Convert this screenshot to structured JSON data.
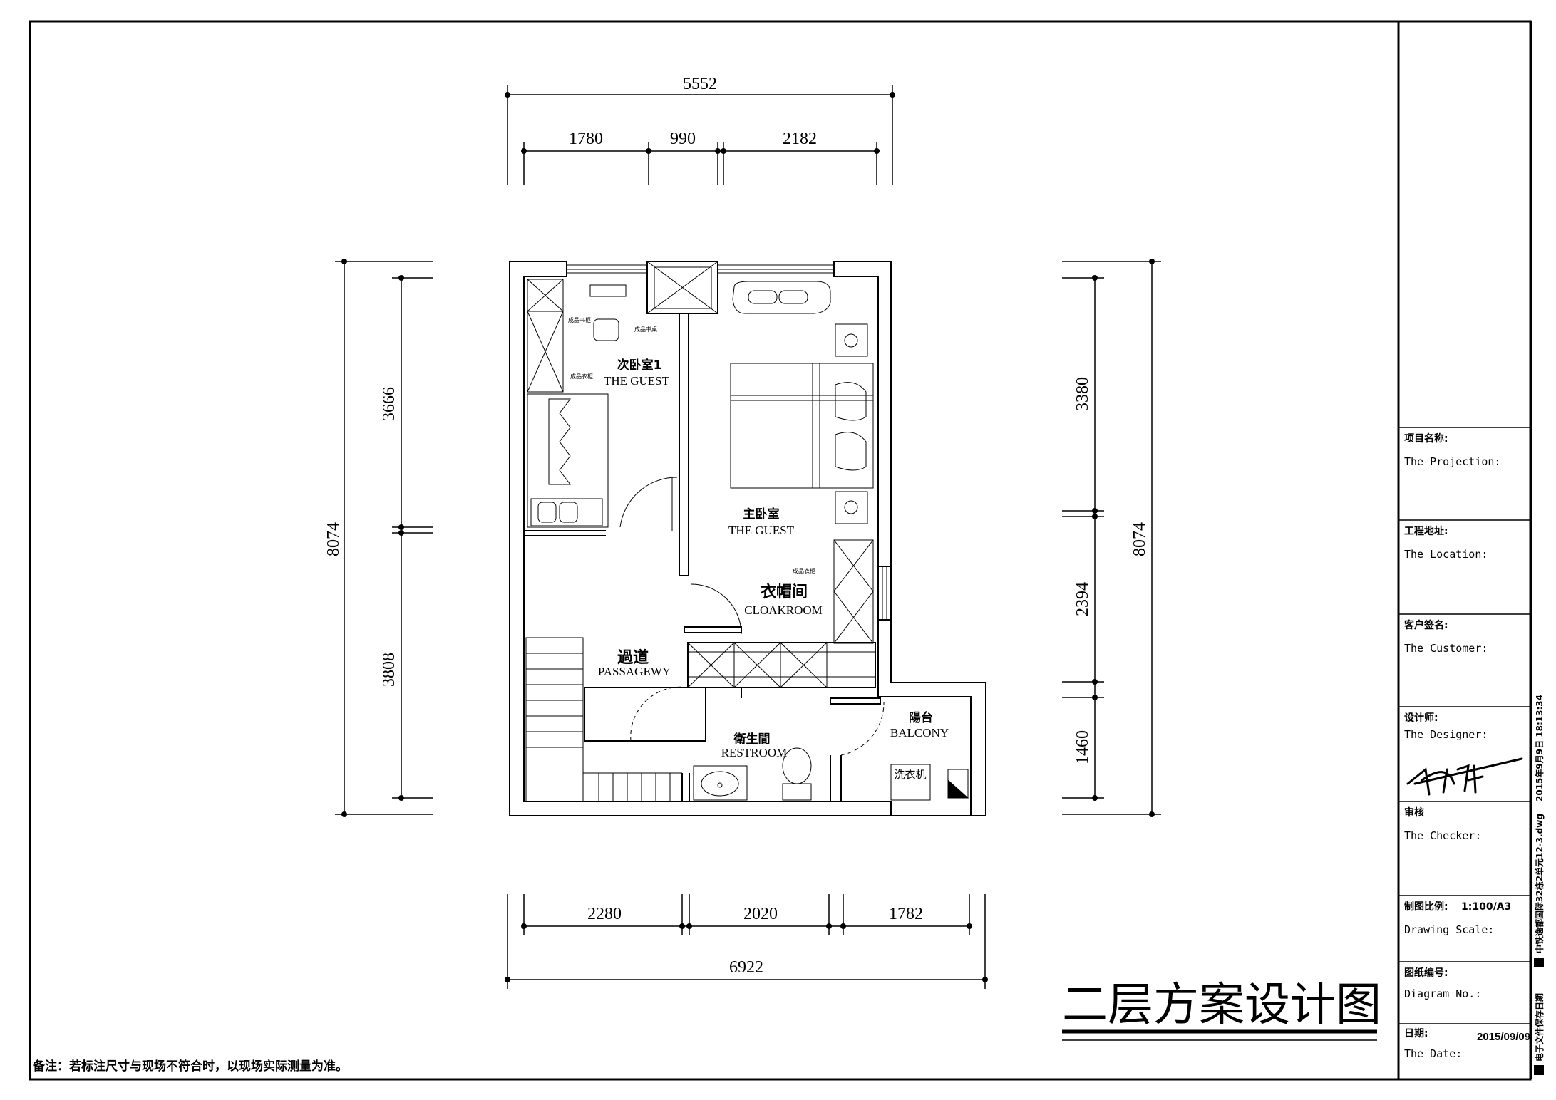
{
  "dimensions": {
    "top_total": "5552",
    "top_segments": [
      "1780",
      "990",
      "2182"
    ],
    "bottom_total": "6922",
    "bottom_segments": [
      "2280",
      "2020",
      "1782"
    ],
    "left_total": "8074",
    "left_segments": [
      "3666",
      "3808"
    ],
    "right_total": "8074",
    "right_segments": [
      "3380",
      "2394",
      "1460"
    ]
  },
  "rooms": {
    "guest": {
      "cn": "次卧室1",
      "en": "THE GUEST"
    },
    "master": {
      "cn": "主卧室",
      "en": "THE GUEST"
    },
    "cloak": {
      "cn": "衣帽间",
      "en": "CLOAKROOM"
    },
    "passage": {
      "cn": "過道",
      "en": "PASSAGEWY"
    },
    "rest": {
      "cn": "衛生間",
      "en": "RESTROOM"
    },
    "balcony": {
      "cn": "陽台",
      "en": "BALCONY"
    }
  },
  "fixtures": {
    "desk": "成品书柜",
    "bookcase": "成品书桌",
    "wardrobe": "成品衣柜",
    "cloak_wardrobe": "成品衣柜",
    "washer": "洗衣机"
  },
  "title_block": {
    "projection_cn": "项目名称:",
    "projection_en": "The Projection:",
    "location_cn": "工程地址:",
    "location_en": "The Location:",
    "customer_cn": "客户签名:",
    "customer_en": "The Customer:",
    "designer_cn": "设计师:",
    "designer_en": "The Designer:",
    "checker_cn": "审核",
    "checker_en": "The Checker:",
    "scale_cn": "制图比例:",
    "scale_value": "1:100/A3",
    "scale_en": "Drawing Scale:",
    "diagram_cn": "图纸编号:",
    "diagram_en": "Diagram No.:",
    "date_cn": "日期:",
    "date_value": "2015/09/09",
    "date_en": "The Date:"
  },
  "side_text": {
    "file_label": "电子文件保存日期",
    "file_name": "中铁逸都国际32栋2单元12-3.dwg",
    "timestamp": "2015年9月9日 18:13:34"
  },
  "drawing_title": "二层方案设计图",
  "note": "备注：若标注尺寸与现场不符合时，以现场实际测量为准。"
}
